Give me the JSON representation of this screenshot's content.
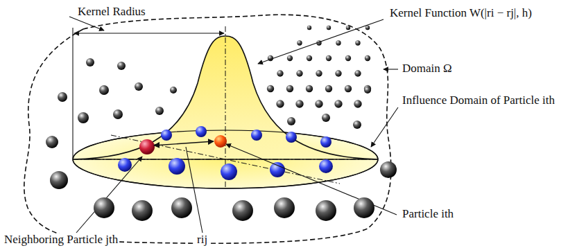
{
  "diagram": {
    "labels": [
      "Kernel Radius",
      "Kernel Function W(|ri − rj|, h)",
      "Domain Ω",
      "Influence Domain of Particle ith",
      "Particle ith",
      "Neighboring Particle jth",
      "rij"
    ]
  }
}
